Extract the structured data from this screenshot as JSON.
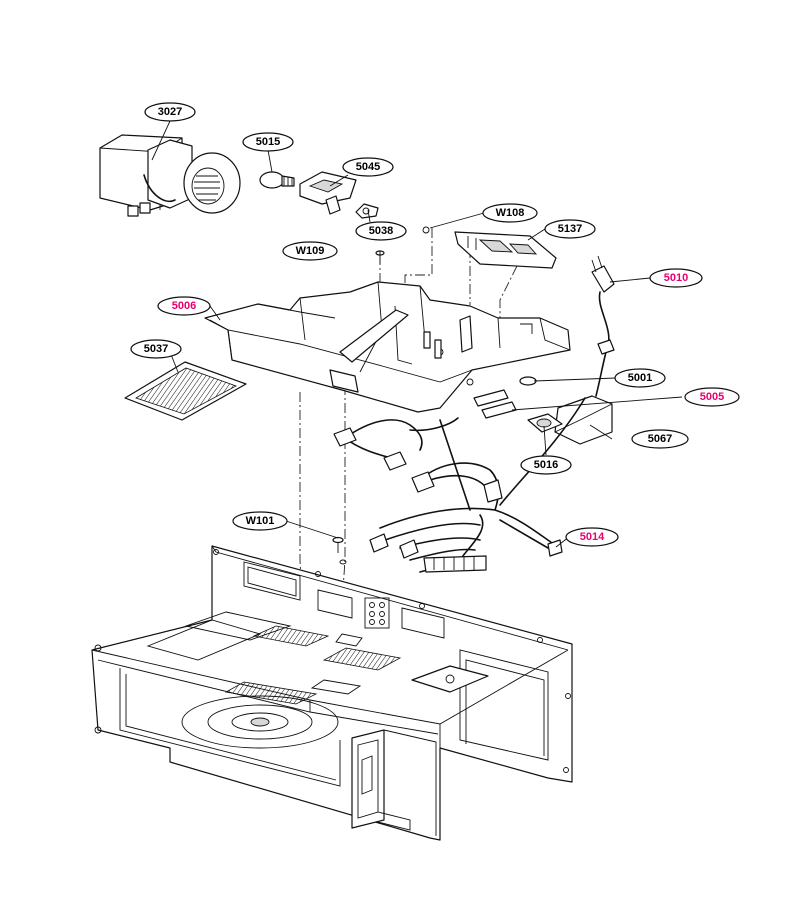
{
  "diagram": {
    "highlight_color": "#e8006f",
    "text_color": "#000000",
    "callouts": [
      {
        "id": "3027",
        "label": "3027",
        "highlight": false
      },
      {
        "id": "5015",
        "label": "5015",
        "highlight": false
      },
      {
        "id": "5045",
        "label": "5045",
        "highlight": false
      },
      {
        "id": "5038",
        "label": "5038",
        "highlight": false
      },
      {
        "id": "W108",
        "label": "W108",
        "highlight": false
      },
      {
        "id": "5137",
        "label": "5137",
        "highlight": false
      },
      {
        "id": "W109",
        "label": "W109",
        "highlight": false
      },
      {
        "id": "5010",
        "label": "5010",
        "highlight": true
      },
      {
        "id": "5006",
        "label": "5006",
        "highlight": true
      },
      {
        "id": "5037",
        "label": "5037",
        "highlight": false
      },
      {
        "id": "5001",
        "label": "5001",
        "highlight": false
      },
      {
        "id": "5005",
        "label": "5005",
        "highlight": true
      },
      {
        "id": "5067",
        "label": "5067",
        "highlight": false
      },
      {
        "id": "5016",
        "label": "5016",
        "highlight": false
      },
      {
        "id": "W101",
        "label": "W101",
        "highlight": false
      },
      {
        "id": "5014",
        "label": "5014",
        "highlight": true
      }
    ]
  }
}
